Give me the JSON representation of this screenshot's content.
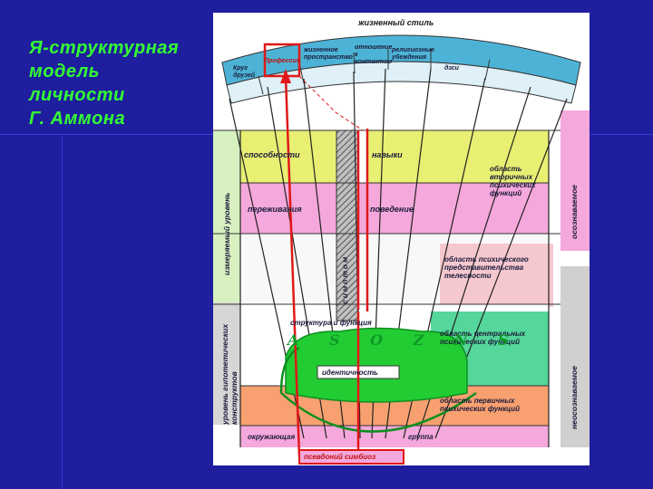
{
  "slide": {
    "title_lines": [
      "Я-структурная",
      "модель",
      "личности",
      "Г. Аммона"
    ]
  },
  "diagram": {
    "arc": {
      "top_label": "жизненный стиль",
      "cells": [
        "Круг друзей",
        "Профессия",
        "жизненное пространство",
        "отношение к контактам",
        "религиозные убеждения",
        "дзси"
      ]
    },
    "bands": {
      "secondary": {
        "left": "способности",
        "right": "навыки",
        "left2": "переживания",
        "right2": "поведение",
        "area": "область вторичных психических функций"
      },
      "body": {
        "area": "область психического представительства телесности"
      },
      "central": {
        "top": "структура и функция",
        "area": "область центральных психических функций",
        "identity": "идентичность"
      },
      "primary": {
        "area": "область первичных психических функций"
      },
      "bottom": {
        "left": "окружающая",
        "right": "группа",
        "symbiosis": "псевдоний симбиоз"
      }
    },
    "side_labels": {
      "measurable": "измеряемый уровень",
      "hypothetical": "уровень гипотетических конструктов",
      "conscious": "осознаваемое",
      "unconscious": "неосознаваемое"
    },
    "symptom": "симптом",
    "handwriting": "A S O Z N S"
  }
}
